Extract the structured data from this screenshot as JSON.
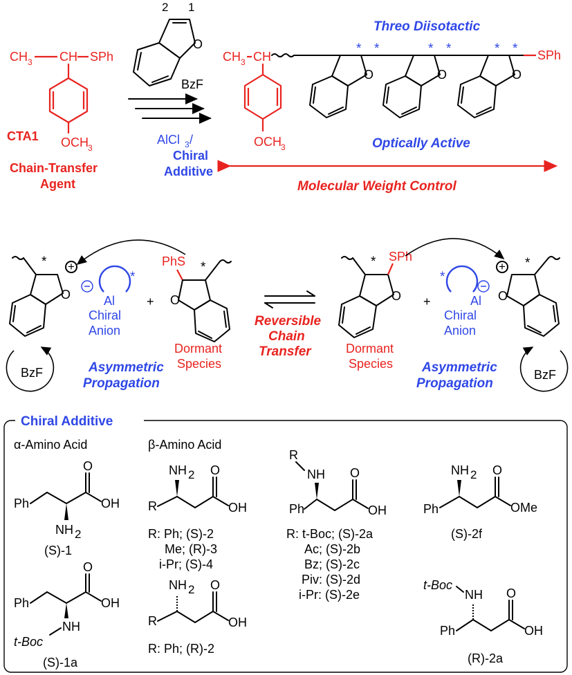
{
  "top": {
    "monomer_locant_2": "2",
    "monomer_locant_1": "1",
    "monomer_abbrev": "BzF",
    "cta_formula_ch3": "CH",
    "cta_formula_sph": "SPh",
    "cta_name": "CTA1",
    "cta_och3": "OCH",
    "cta_title_1": "Chain-Transfer",
    "cta_title_2": "Agent",
    "catalyst_alcl3": "AlCl",
    "catalyst_chiral": "Chiral",
    "catalyst_additive": "Additive",
    "polymer_end_sph": "SPh",
    "polymer_och3": "OCH",
    "tacticity": "Threo Diisotactic",
    "optical": "Optically Active",
    "mw_control": "Molecular Weight Control"
  },
  "middle": {
    "left_anion_al": "Al",
    "left_anion_chiral": "Chiral",
    "left_anion_word": "Anion",
    "left_phs": "PhS",
    "left_dormant_1": "Dormant",
    "left_dormant_2": "Species",
    "left_bzf": "BzF",
    "left_prop_1": "Asymmetric",
    "left_prop_2": "Propagation",
    "center_1": "Reversible",
    "center_2": "Chain",
    "center_3": "Transfer",
    "right_sph": "SPh",
    "right_dormant_1": "Dormant",
    "right_dormant_2": "Species",
    "right_anion_al": "Al",
    "right_anion_chiral": "Chiral",
    "right_anion_word": "Anion",
    "right_prop_1": "Asymmetric",
    "right_prop_2": "Propagation",
    "right_bzf": "BzF",
    "plus": "+"
  },
  "additives": {
    "title": "Chiral Additive",
    "alpha_header": "α-Amino Acid",
    "beta_header": "β-Amino Acid",
    "ph": "Ph",
    "oh": "OH",
    "o": "O",
    "nh2": "NH",
    "nh": "NH",
    "r": "R",
    "ome": "OMe",
    "tboc": "t-Boc",
    "comp_s1": "(S)-1",
    "comp_s1a": "(S)-1a",
    "r_list_2": [
      "R:  Ph; (S)-2",
      "Me; (R)-3",
      "i-Pr; (S)-4"
    ],
    "r_list_r2": "R:  Ph; (R)-2",
    "r_list_2a": [
      "R:  t-Boc; (S)-2a",
      "Ac; (S)-2b",
      "Bz; (S)-2c",
      "Piv: (S)-2d",
      "i-Pr: (S)-2e"
    ],
    "comp_s2f": "(S)-2f",
    "comp_r2a": "(R)-2a"
  }
}
